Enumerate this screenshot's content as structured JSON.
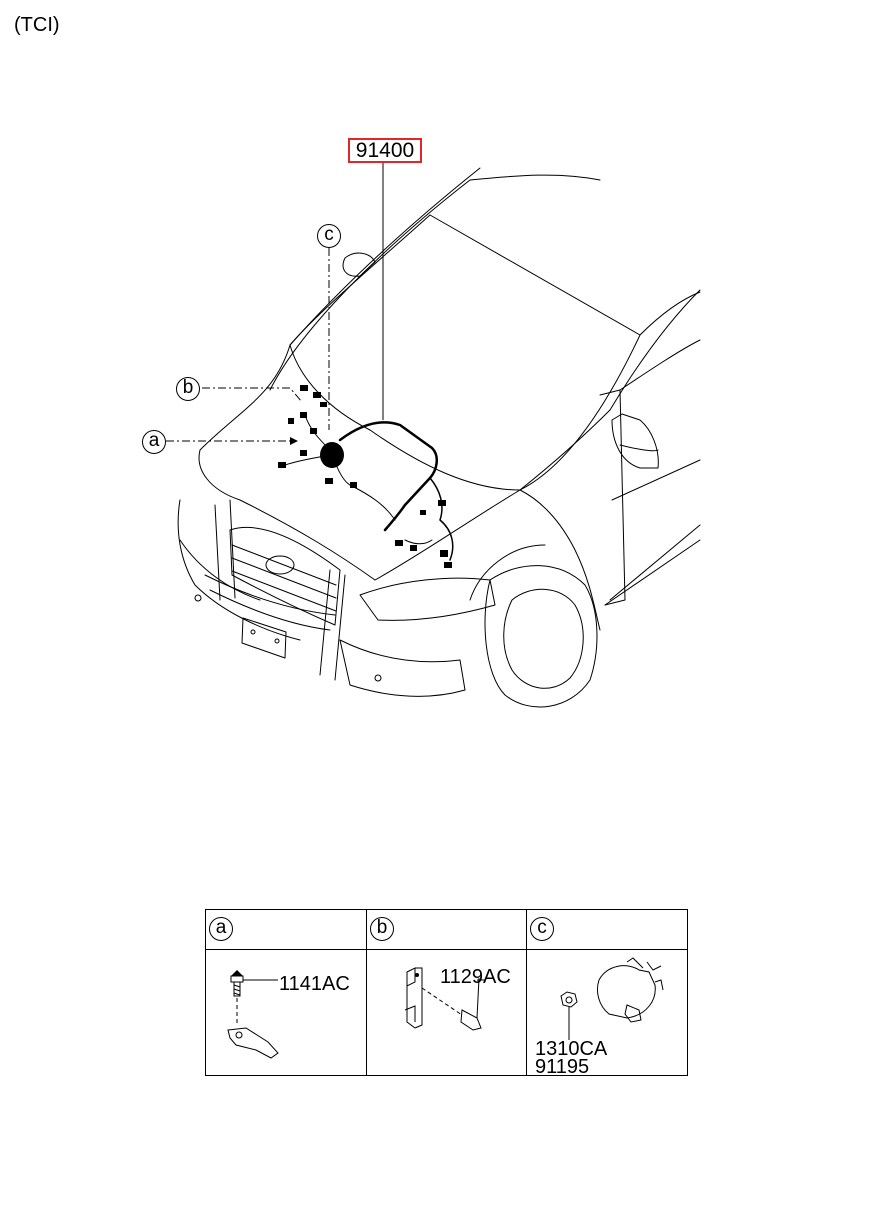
{
  "variant_label": "(TCI)",
  "main_part_number": "91400",
  "callouts": {
    "a": "a",
    "b": "b",
    "c": "c"
  },
  "details": [
    {
      "letter": "a",
      "parts": [
        "1141AC"
      ]
    },
    {
      "letter": "b",
      "parts": [
        "1129AC"
      ]
    },
    {
      "letter": "c",
      "parts": [
        "1310CA",
        "91195"
      ]
    }
  ],
  "colors": {
    "highlight_border": "#e0282a",
    "line": "#000000"
  }
}
